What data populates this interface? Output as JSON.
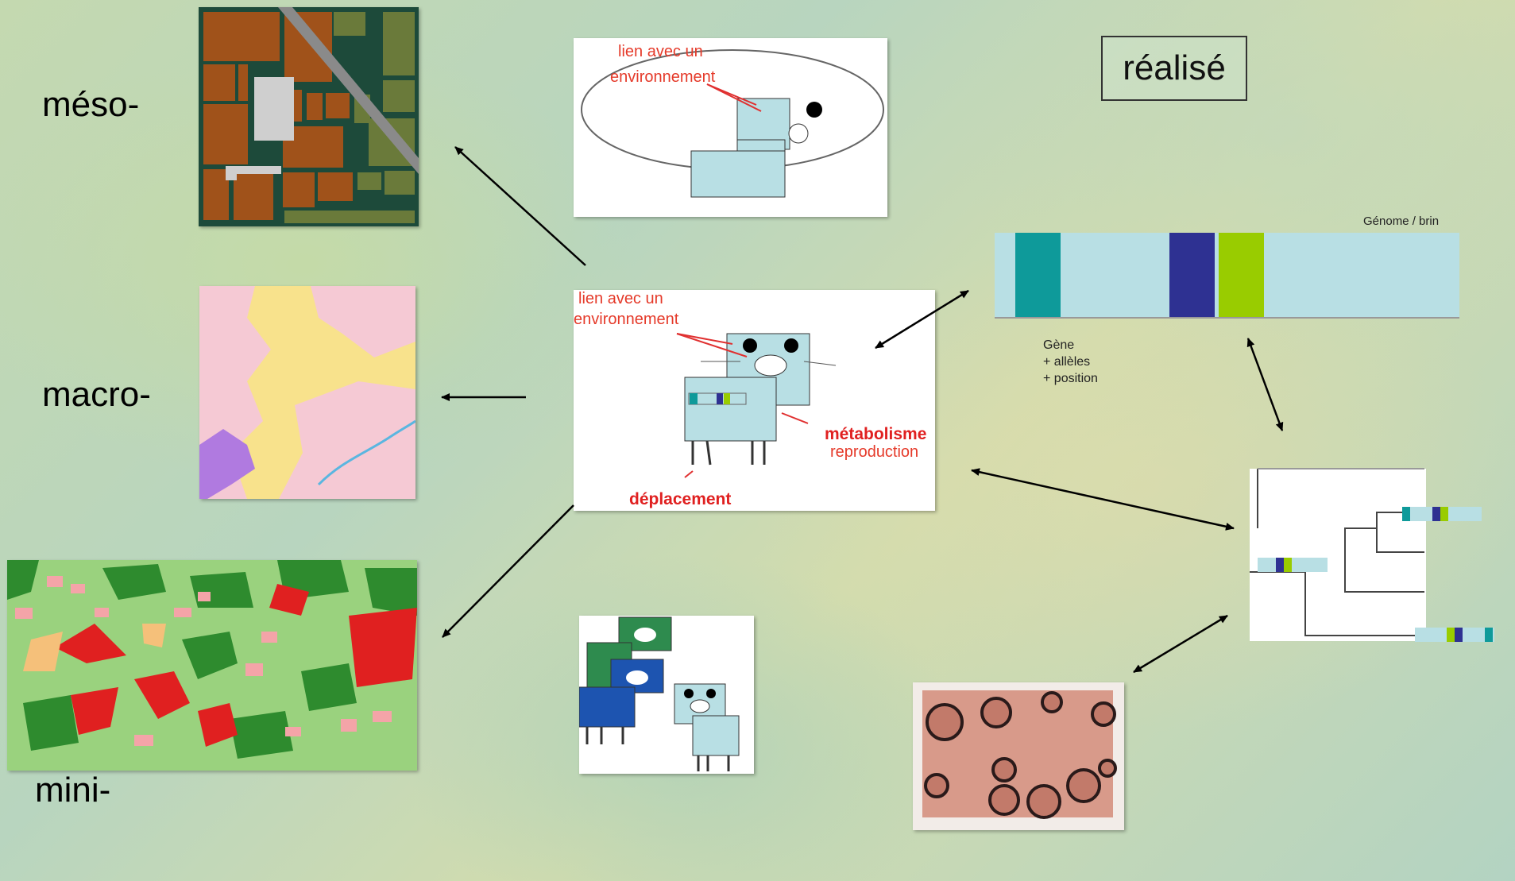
{
  "scale_labels": {
    "meso": "méso-",
    "macro": "macro-",
    "mini": "mini-"
  },
  "status_box": "réalisé",
  "top_panel": {
    "caption_line1": "lien avec un",
    "caption_line2": "environnement"
  },
  "center_panel": {
    "caption_line1": "lien avec un",
    "caption_line2": "environnement",
    "metabolism": "métabolisme",
    "reproduction": "reproduction",
    "movement": "déplacement"
  },
  "genome": {
    "title": "Génome / brin",
    "gene_line1": "Gène",
    "gene_line2": "+ allèles",
    "gene_line3": "+ position"
  },
  "colors": {
    "teal": "#0e9a9a",
    "indigo": "#2e3192",
    "lime": "#99cc00",
    "light_blue": "#b8dfe4",
    "red": "#e02020"
  }
}
